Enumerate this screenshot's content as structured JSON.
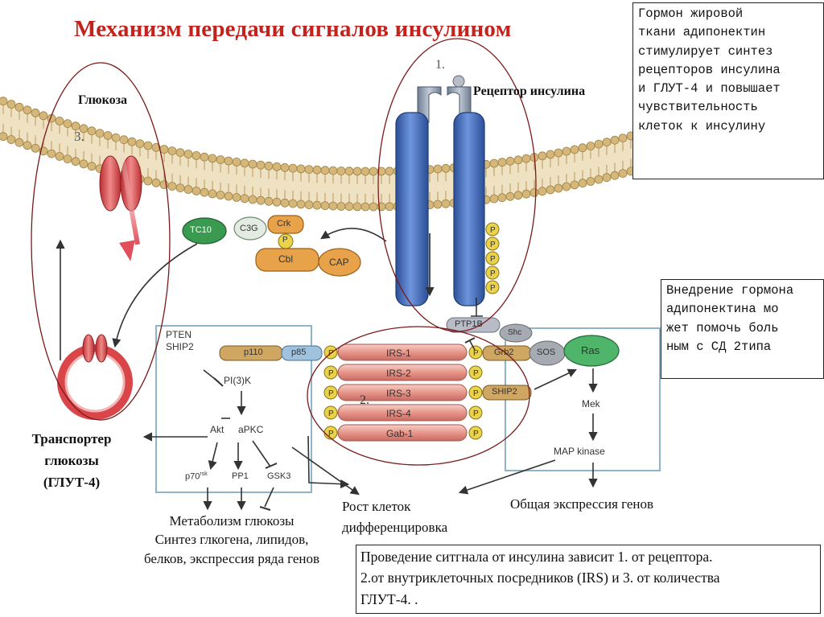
{
  "title": "Механизм передачи сигналов инсулином",
  "labels": {
    "glucose": "Глюкоза",
    "receptor": "Рецептор инсулина",
    "marker1": "1.",
    "marker2": "2.",
    "marker3": "3.",
    "transporter": [
      "Транспортер",
      "глюкозы",
      "(ГЛУТ-4)"
    ],
    "metabolism": [
      "Метаболизм глюкозы",
      "Синтез глкогена, липидов,",
      "белков, экспрессия ряда генов"
    ],
    "growth": [
      "Рост клеток",
      "дифференцировка"
    ],
    "gene_expression": "Общая экспрессия генов"
  },
  "molecules": {
    "tc10": "TC10",
    "c3g": "C3G",
    "crk": "Crk",
    "p": "P",
    "cbl": "Cbl",
    "cap": "CAP",
    "pten": "PTEN",
    "ship2_top": "SHIP2",
    "p110": "p110",
    "p85": "p85",
    "pi3k": "PI(3)K",
    "akt": "Akt",
    "apkc": "aPKC",
    "p70": "p70",
    "p70_sup": "rsk",
    "pp1": "PP1",
    "gsk3": "GSK3",
    "irs1": "IRS-1",
    "irs2": "IRS-2",
    "irs3": "IRS-3",
    "irs4": "IRS-4",
    "gab1": "Gab-1",
    "ptp1b": "PTP1B",
    "shc": "Shc",
    "grb2": "Grb2",
    "sos": "SOS",
    "ras": "Ras",
    "ship2": "SHIP2",
    "mek": "Mek",
    "mapk": "MAP kinase"
  },
  "notes": {
    "adiponectin": [
      "Гормон жировой",
      "ткани  адипонектин",
      "стимулирует синтез",
      "рецепторов инсулина",
      "и ГЛУТ-4 и повышает",
      "чувствительность",
      "клеток к инсулину"
    ],
    "diabetes": [
      "Внедрение гормона",
      "адипонектина мо",
      "жет помочь боль",
      "ным с СД 2типа"
    ],
    "summary": [
      "Проведение ситгнала от инсулина зависит 1. от рецептора.",
      "2.от внутриклеточных посредников (IRS) и 3. от количества",
      "ГЛУТ-4. ."
    ]
  },
  "colors": {
    "title": "#c4231d",
    "membrane": "#d6b77a",
    "receptor": "#3f6fc4",
    "receptor_top": "#8f9db0",
    "glut": "#d9464a",
    "irs": "#e59a8c",
    "phospho": "#ead24a",
    "tc10": "#3a9a4f",
    "ras": "#4fb56a",
    "cbl": "#e7a24a",
    "ellipse": "#7b1a1a",
    "panel": "#8fb4c9"
  }
}
